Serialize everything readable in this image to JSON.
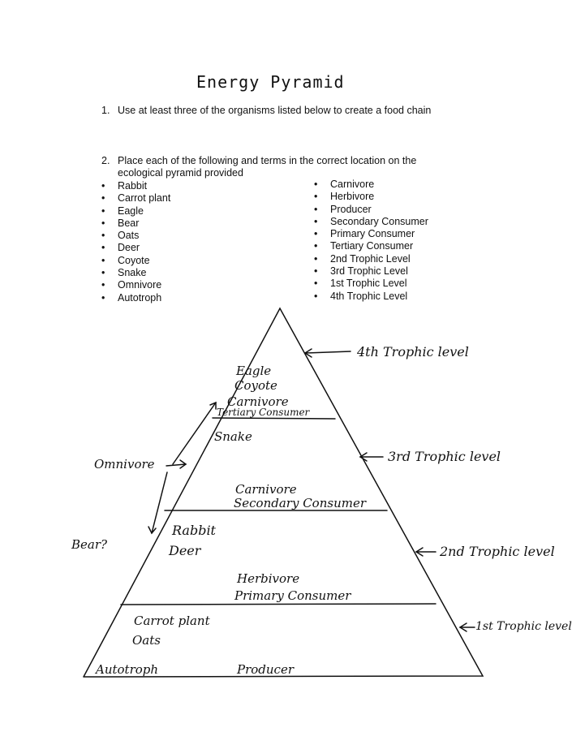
{
  "title": "Energy Pyramid",
  "q1": {
    "number": "1.",
    "text": "Use at least three of the organisms listed below to create a food chain"
  },
  "q2": {
    "number": "2.",
    "line1": "Place each of the following and terms in the correct location on the",
    "line2": "ecological pyramid provided"
  },
  "left_list": [
    "Rabbit",
    "Carrot plant",
    "Eagle",
    "Bear",
    "Oats",
    "Deer",
    "Coyote",
    "Snake",
    "Omnivore",
    "Autotroph"
  ],
  "right_list": [
    "Carnivore",
    "Herbivore",
    "Producer",
    "Secondary Consumer",
    "Primary Consumer",
    "Tertiary Consumer",
    "2nd Trophic Level",
    "3rd Trophic Level",
    "1st Trophic Level",
    "4th Trophic Level"
  ],
  "pyramid": {
    "top": {
      "line1": "Eagle",
      "line2": "Coyote",
      "line3": "Carnivore",
      "line4": "Tertiary Consumer",
      "level": "4th Trophic level"
    },
    "level3": {
      "organism": "Snake",
      "role1": "Carnivore",
      "role2": "Secondary Consumer",
      "level": "3rd Trophic level"
    },
    "level2": {
      "org1": "Rabbit",
      "org2": "Deer",
      "role1": "Herbivore",
      "role2": "Primary Consumer",
      "level": "2nd Trophic level"
    },
    "level1": {
      "org1": "Carrot plant",
      "org2": "Oats",
      "role1": "Autotroph",
      "role2": "Producer",
      "level": "1st Trophic level"
    },
    "side_omnivore": "Omnivore",
    "side_bear": "Bear?"
  }
}
